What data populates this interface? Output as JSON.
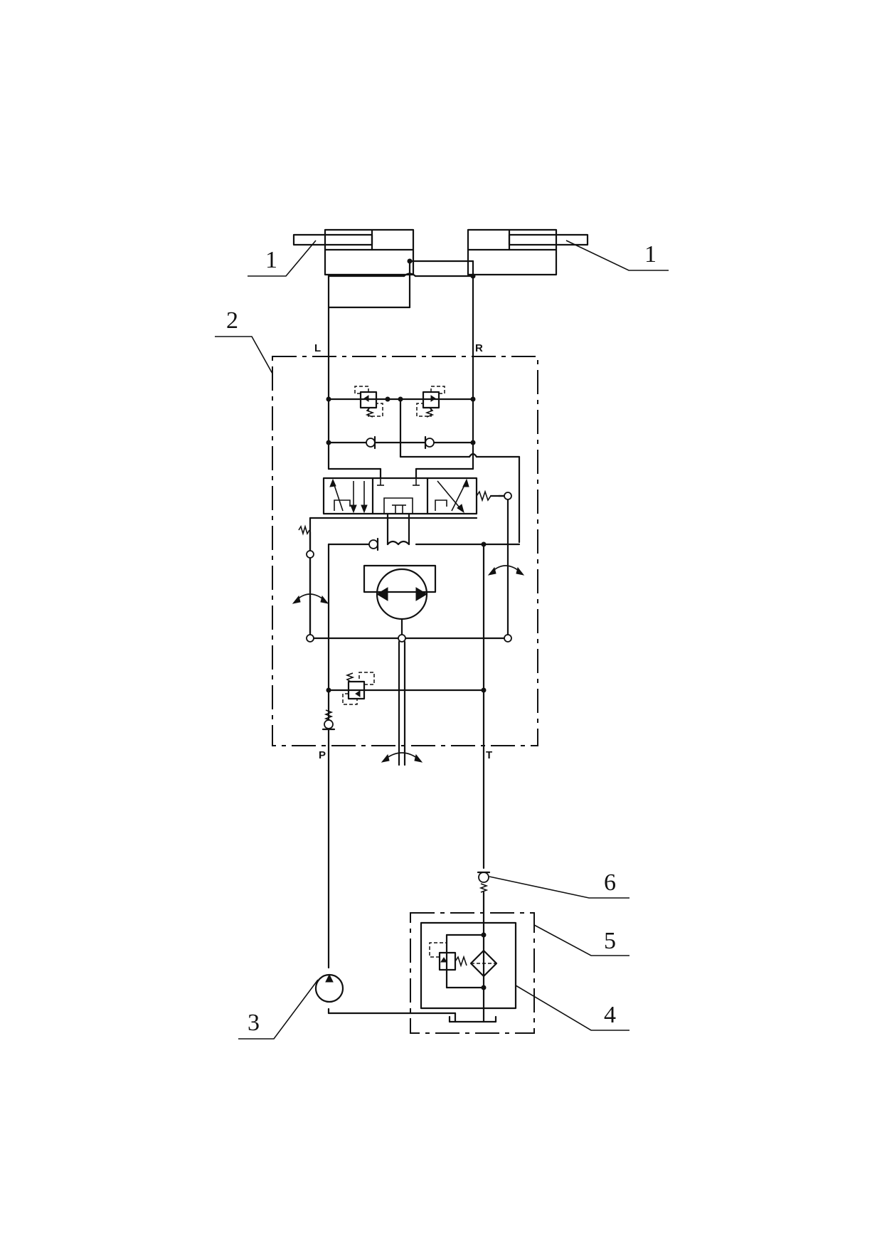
{
  "labels": {
    "cyl_left": "1",
    "cyl_right": "1",
    "steering_unit": "2",
    "pump": "3",
    "filter": "4",
    "tank_unit": "5",
    "check_valve": "6"
  },
  "ports": {
    "L": "L",
    "R": "R",
    "P": "P",
    "T": "T"
  }
}
